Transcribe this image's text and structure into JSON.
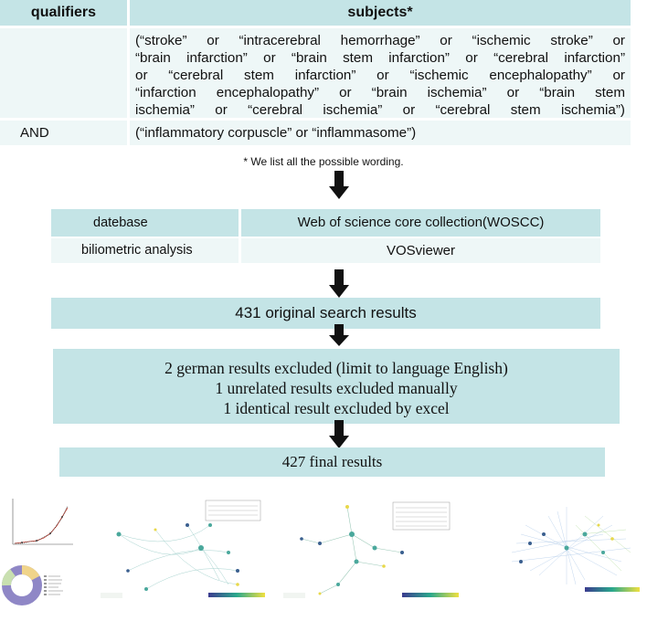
{
  "query_table": {
    "header_qualifiers": "qualifiers",
    "header_subjects": "subjects*",
    "row1_qualifier": "",
    "row1_subjects_lines": [
      "(“stroke” or “intracerebral hemorrhage” or “ischemic stroke” or",
      "“brain infarction” or “brain stem infarction” or “cerebral infarction”",
      "or “cerebral stem infarction” or “ischemic encephalopathy” or",
      "“infarction encephalopathy” or “brain ischemia” or “brain stem",
      "ischemia” or “cerebral ischemia” or “cerebral stem ischemia”)"
    ],
    "row2_qualifier": "AND",
    "row2_subjects": "(“inflammatory corpuscle” or “inflammasome”)"
  },
  "footnote": "* We list all the possible wording.",
  "database_table": {
    "row1_label": "datebase",
    "row1_value": "Web of science core collection(WOSCC)",
    "row2_label": "biliometric analysis",
    "row2_value": "VOSviewer"
  },
  "steps": {
    "original": "431  original search results",
    "exclusions": [
      "2 german results excluded (limit to language English)",
      "1 unrelated  results excluded manually",
      "1 identical result excluded by excel"
    ],
    "final": "427  final results"
  },
  "colors": {
    "teal": "#c4e4e6",
    "light_teal": "#eef7f7",
    "arrow": "#111111"
  }
}
